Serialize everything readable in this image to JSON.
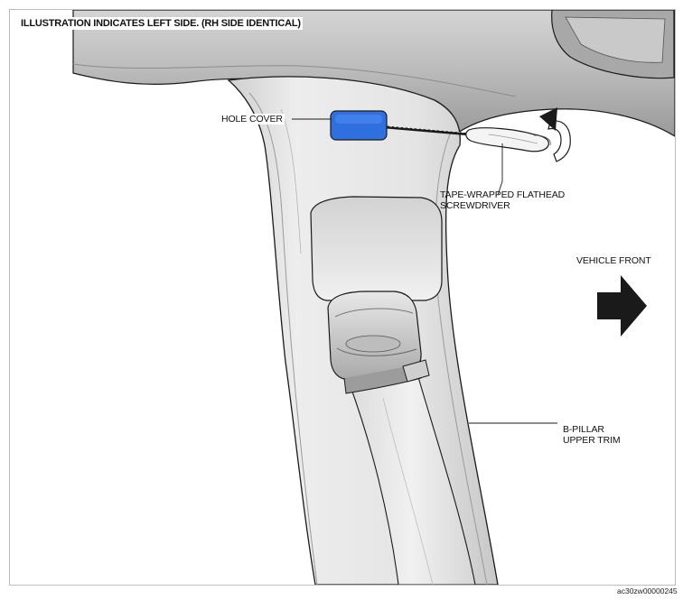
{
  "caption": "ILLUSTRATION INDICATES LEFT SIDE. (RH SIDE IDENTICAL)",
  "labels": {
    "hole_cover": "HOLE COVER",
    "screwdriver_line1": "TAPE-WRAPPED FLATHEAD",
    "screwdriver_line2": "SCREWDRIVER",
    "vehicle_front": "VEHICLE FRONT",
    "bpillar_line1": "B-PILLAR",
    "bpillar_line2": "UPPER TRIM"
  },
  "figure_code": "ac30zw00000245",
  "colors": {
    "hole_cover": "#2f6fe0",
    "outline": "#1a1a1a",
    "trim_fill": "#e9e9e9"
  },
  "icons": [
    "arrow-right-icon",
    "rotation-arrow-icon",
    "screwdriver-icon"
  ]
}
